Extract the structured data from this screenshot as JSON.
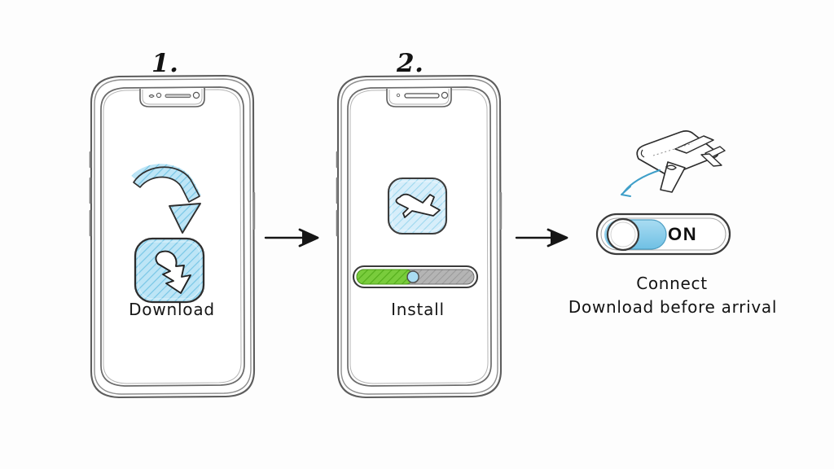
{
  "page": {
    "title": "Airplane mode offline download instructions",
    "style": "hand-drawn pencil sketch",
    "background_color": "#fdfdfd",
    "ink_color": "#2b2b2b",
    "accent_blue": "#7fcbe8",
    "accent_blue_dark": "#3fa8d8",
    "progress_green": "#6cc22e",
    "progress_gray": "#a8a8a8"
  },
  "steps": [
    {
      "number": "1.",
      "device": "smartphone",
      "app_icon": "download-arrow-icon",
      "label": "Download",
      "gesture": "curved-down-arrow"
    },
    {
      "number": "2.",
      "device": "smartphone",
      "app_icon": "airplane-icon",
      "label": "Install",
      "progress": {
        "percent": 48,
        "fill_color": "#6cc22e",
        "track_color": "#a8a8a8",
        "marker_color": "#9fd8ef"
      }
    }
  ],
  "flow_arrows": [
    {
      "name": "arrow-step1-to-step2",
      "direction": "right"
    },
    {
      "name": "arrow-step2-to-connect",
      "direction": "right"
    }
  ],
  "connect": {
    "airplane_icon": "airplane-flying-icon",
    "trail": "blue-curved-arrow",
    "toggle": {
      "state_label": "ON",
      "state": "on",
      "knob_position": "left",
      "fill_color": "#7fcbe8"
    },
    "caption_line1": "Connect",
    "caption_line2": "Download before arrival"
  }
}
